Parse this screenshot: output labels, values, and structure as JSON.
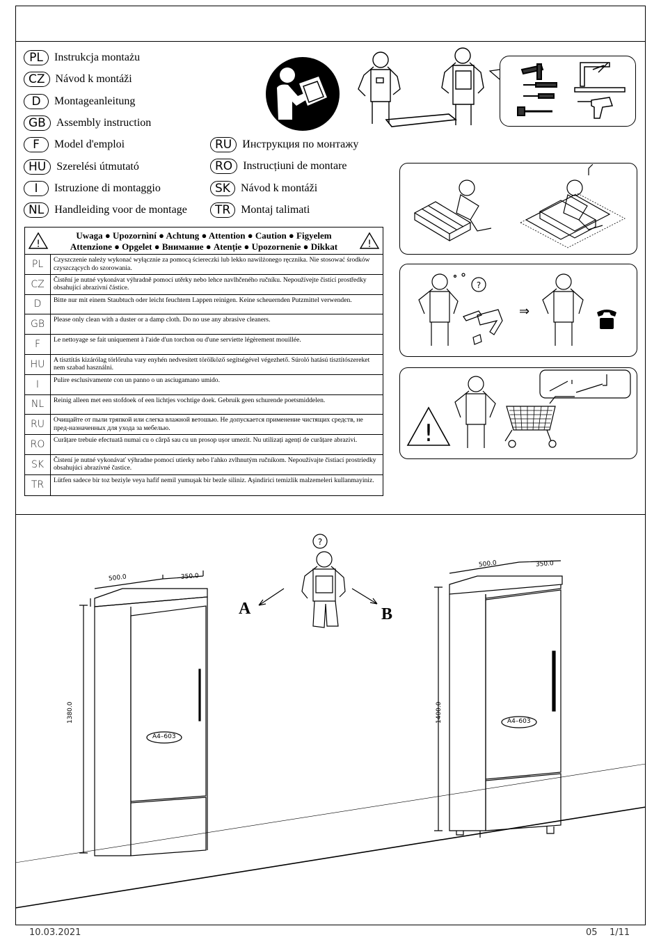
{
  "languages_left": [
    {
      "code": "PL",
      "text": "Instrukcja montażu"
    },
    {
      "code": "CZ",
      "text": "Návod k montáži"
    },
    {
      "code": "D",
      "text": "Montageanleitung"
    },
    {
      "code": "GB",
      "text": "Assembly instruction"
    },
    {
      "code": "F",
      "text": "Model d'emploi"
    },
    {
      "code": "HU",
      "text": "Szerelési útmutató"
    },
    {
      "code": "I",
      "text": "Istruzione di montaggio"
    },
    {
      "code": "NL",
      "text": "Handleiding voor de montage"
    }
  ],
  "languages_right": [
    {
      "code": "RU",
      "text": "Инструкция по монтажу"
    },
    {
      "code": "RO",
      "text": "Instrucțiuni de montare"
    },
    {
      "code": "SK",
      "text": "Návod k montáži"
    },
    {
      "code": "TR",
      "text": "Montaj talimati"
    }
  ],
  "warning": {
    "heading_line1": "Uwaga ● Upozornìní ● Achtung ● Attention ● Caution ● Figyelem",
    "heading_line2": "Attenzione ● Opgelet ● Внимание ● Atenție ● Upozornenie ● Dikkat",
    "rows": [
      {
        "code": "PL",
        "text": "Czyszczenie należy wykonać wyłącznie za pomocą ściereczki lub lekko nawilżonego ręcznika. Nie stosować środków czyszczących do szorowania."
      },
      {
        "code": "CZ",
        "text": "Čistění je nutné vykonávat výhradně pomocí utěrky nebo lehce navlhčeného ručníku. Nepoužívejte čistící prostředky obsahující abrazivní částice."
      },
      {
        "code": "D",
        "text": "Bitte nur mit einem Staubtuch oder leicht feuchtem Lappen reinigen. Keine scheuernden Putzmittel verwenden."
      },
      {
        "code": "GB",
        "text": "Please only clean with a duster or a damp cloth. Do no use any abrasive cleaners."
      },
      {
        "code": "F",
        "text": "Le nettoyage se fait uniquement à l'aide d'un torchon ou d'une serviette légèrement mouillée."
      },
      {
        "code": "HU",
        "text": "A tisztítás kizárólag törlőruha vary enyhén nedvesített törölköző segítségével végezhető. Súroló hatású tisztítószereket nem szabad használni."
      },
      {
        "code": "I",
        "text": "Pulire esclusivamente con un panno o un asciugamano umido."
      },
      {
        "code": "NL",
        "text": "Reinig alleen met een stofdoek of een lichtjes vochtige doek. Gebruik geen schurende poetsmiddelen."
      },
      {
        "code": "RU",
        "text": "Очищайте от пыли тряпкой или слегка влажной ветошью. Не допускается применение чистящих средств, не пред-назначенных для ухода за мебелью."
      },
      {
        "code": "RO",
        "text": "Curățare trebuie efectuată numai cu o cârpă sau cu un prosop ușor umezit. Nu utilizați agenți de curățare abrazivi."
      },
      {
        "code": "SK",
        "text": "Čistení je nutné vykonávať výhradne pomocí utierky nebo l'ahko zvlhnutým ručníkom. Nepoužívajte čistiací prostriedky obsahujúci abrazívné častice."
      },
      {
        "code": "TR",
        "text": "Lütfen sadece bir toz beziyle veya hafif nemil yumuşak bir bezle siliniz. Aşindirici temizlik malzemeleri kullanmayiniz."
      }
    ]
  },
  "cabinet_a": {
    "label": "A",
    "width": "500.0",
    "depth": "350.0",
    "height": "1380.0",
    "code": "A4–603"
  },
  "cabinet_b": {
    "label": "B",
    "width": "500.0",
    "depth": "350.0",
    "height": "1400.0",
    "code": "A4–603"
  },
  "icons": {
    "read_manual": "read-manual-icon",
    "tools": "tools-icon",
    "warning": "warning-triangle-icon",
    "phone": "telephone-icon",
    "question": "question-mark-icon"
  },
  "footer": {
    "date": "10.03.2021",
    "sheet": "05",
    "page": "1/11"
  }
}
